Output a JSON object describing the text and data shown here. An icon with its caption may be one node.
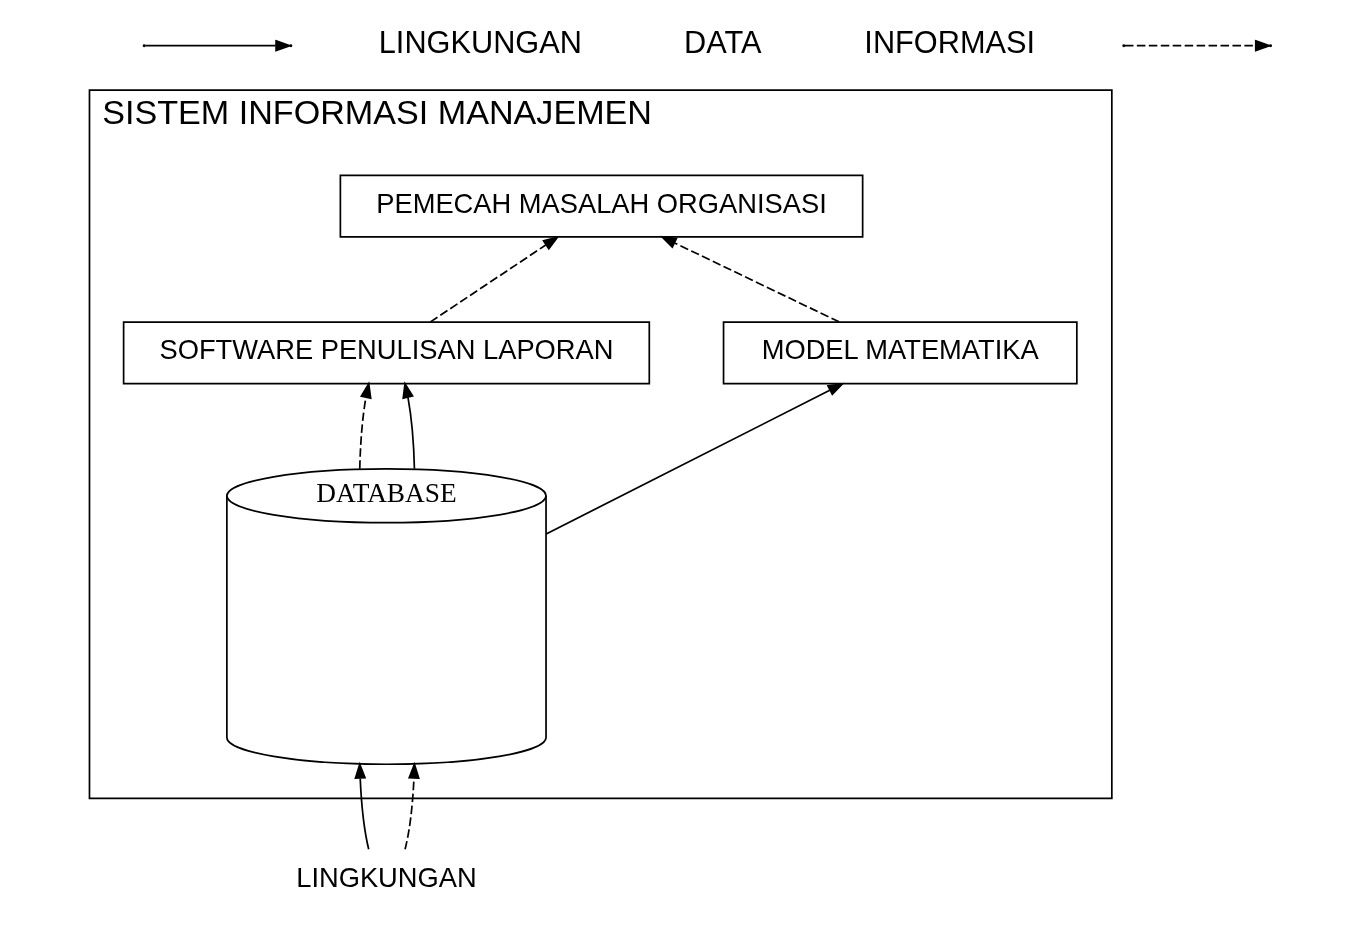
{
  "diagram": {
    "nodes": [
      {
        "text": [
          "SISTEM INFORMASI MANAJEMEN"
        ]
      },
      {
        "text": [
          "PEMECAH MASALAH ORGANISASI"
        ],
        "in": 0
      },
      {
        "text": [
          "SOFTWARE PENULISAN LAPORAN"
        ],
        "in": 0
      },
      {
        "text": [
          "MODEL MATEMATIKA"
        ],
        "in": 0
      },
      {
        "text": [
          "DATABASE"
        ],
        "in": 0
      },
      {
        "text": [
          "LINGKUNGAN"
        ]
      }
    ],
    "edges": [
      {
        "from": 2,
        "to": 1,
        "arrow": "to",
        "style": "dashed"
      },
      {
        "from": 3,
        "to": 1,
        "arrow": "to",
        "style": "dashed"
      },
      {
        "from": 4,
        "to": 2,
        "arrow": "to",
        "style": "dashed"
      },
      {
        "from": 4,
        "to": 2,
        "arrow": "to"
      },
      {
        "from": 4,
        "to": 3,
        "arrow": "to"
      },
      {
        "from": 5,
        "to": 4,
        "arrow": "to"
      },
      {
        "from": 5,
        "to": 4,
        "arrow": "to",
        "style": "dashed"
      }
    ],
    "labels": [
      "LINGKUNGAN"
    ],
    "legend": [
      {
        "text": "DATA"
      },
      {
        "text": "INFORMASI"
      }
    ]
  }
}
